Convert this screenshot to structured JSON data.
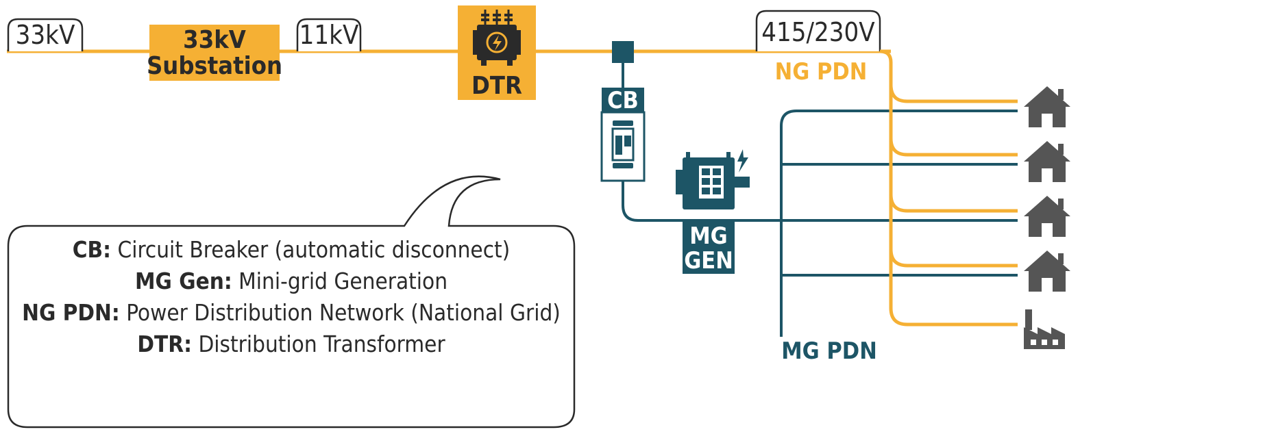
{
  "colors": {
    "national_grid": "#f5b034",
    "mini_grid": "#1d5566",
    "building": "#555555",
    "text": "#2a2a2a"
  },
  "voltage_labels": {
    "v33": "33kV",
    "v11": "11kV",
    "v415": "415/230V"
  },
  "substation": {
    "line1": "33kV",
    "line2": "Substation"
  },
  "dtr": {
    "label": "DTR",
    "icon": "transformer-icon"
  },
  "cb": {
    "label": "CB",
    "icon": "circuit-breaker-icon"
  },
  "mg_gen": {
    "line1": "MG",
    "line2": "GEN",
    "icon": "generator-icon"
  },
  "networks": {
    "ng_pdn": "NG PDN",
    "mg_pdn": "MG PDN"
  },
  "consumers": [
    {
      "type": "house",
      "icon": "house-icon"
    },
    {
      "type": "house",
      "icon": "house-icon"
    },
    {
      "type": "house",
      "icon": "house-icon"
    },
    {
      "type": "house",
      "icon": "house-icon"
    },
    {
      "type": "factory",
      "icon": "factory-icon"
    }
  ],
  "legend": [
    {
      "term": "CB:",
      "definition": " Circuit Breaker (automatic disconnect)"
    },
    {
      "term": "MG Gen:",
      "definition": " Mini-grid Generation"
    },
    {
      "term": "NG PDN:",
      "definition": " Power Distribution Network (National Grid)"
    },
    {
      "term": "DTR:",
      "definition": " Distribution Transformer"
    }
  ]
}
